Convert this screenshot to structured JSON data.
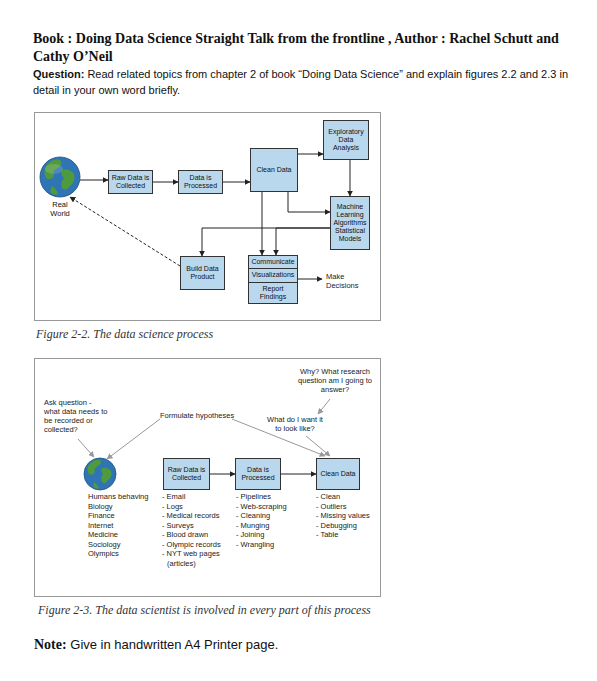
{
  "diagram": {
    "title": "Book : Doing Data Science Straight Talk from the frontline , Author : Rachel Schutt and Cathy O’Neil",
    "caption": "Figure 2-2. The data science process",
    "nodes": [
      {
        "text": [
          "Real World"
        ]
      },
      {
        "text": [
          "Raw Data is Collected"
        ]
      },
      {
        "text": [
          "Data is Processed"
        ]
      },
      {
        "text": [
          "Clean Data"
        ]
      },
      {
        "text": [
          "Exploratory Data Analysis"
        ]
      },
      {
        "text": [
          "Machine Learning Algorithms Statistical Models"
        ]
      },
      {
        "text": [
          "Build Data Product"
        ]
      },
      {
        "text": [
          "Communicate",
          "Visualizations",
          "Report Findings"
        ]
      },
      {
        "text": [
          "Raw Data is Collected"
        ]
      },
      {
        "text": [
          "Data is Processed"
        ]
      },
      {
        "text": [
          "Clean Data"
        ]
      }
    ],
    "edges": [
      {
        "from": 0,
        "to": 1,
        "arrow": "to"
      },
      {
        "from": 1,
        "to": 2,
        "arrow": "to"
      },
      {
        "from": 2,
        "to": 3,
        "arrow": "to"
      },
      {
        "from": 3,
        "to": 4,
        "arrow": "to"
      },
      {
        "from": 4,
        "to": 5,
        "arrow": "to"
      },
      {
        "from": 3,
        "to": 5,
        "arrow": "to"
      },
      {
        "from": 5,
        "to": 6,
        "arrow": "to"
      },
      {
        "from": 5,
        "to": 7,
        "arrow": "to"
      },
      {
        "from": 3,
        "to": 7,
        "arrow": "to"
      },
      {
        "from": 6,
        "to": 0,
        "arrow": "to"
      },
      {
        "from": 8,
        "to": 9,
        "arrow": "to"
      },
      {
        "from": 9,
        "to": 10,
        "arrow": "to"
      }
    ],
    "labels": [
      "Question:",
      "Read related topics from chapter 2 of book “Doing Data Science” and explain figures 2.2 and 2.3 in detail in your own word briefly.",
      "Make Decisions",
      "Why? What research question am I going to answer?",
      "Ask question - what data needs to be recorded or collected?",
      "Formulate hypotheses",
      "What do I want it to look like?",
      "Humans behaving",
      "Biology",
      "Finance",
      "Internet",
      "Medicine",
      "Sociology",
      "Olympics",
      "- Email",
      "- Logs",
      "- Medical records",
      "- Surveys",
      "- Blood drawn",
      "- Olympic records",
      "- NYT web pages (articles)",
      "- Pipelines",
      "- Web-scraping",
      "- Cleaning",
      "- Munging",
      "- Joining",
      "- Wrangling",
      "- Clean",
      "- Outliers",
      "- Missing values",
      "- Debugging",
      "- Table",
      "Figure 2-3. The data scientist is involved in every part of this process",
      "Note:",
      "Give in handwritten A4 Printer page."
    ]
  }
}
